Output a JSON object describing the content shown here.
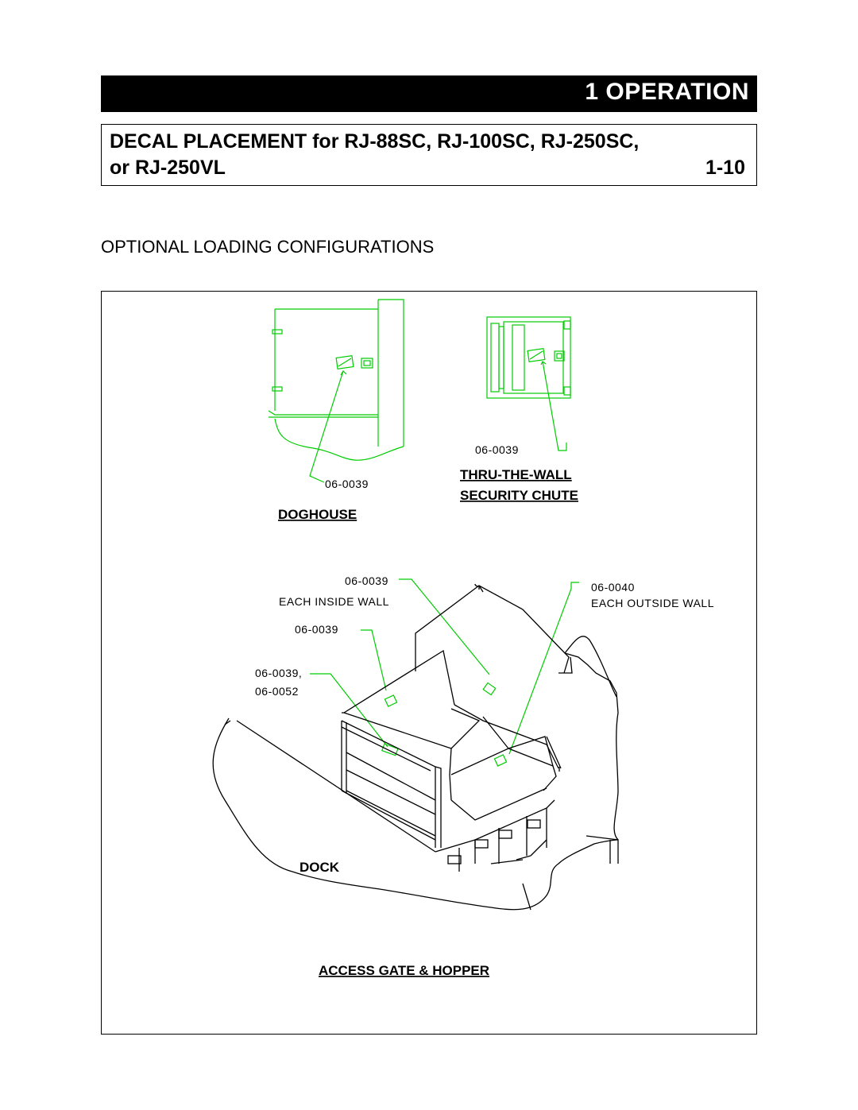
{
  "header": {
    "section": "1  OPERATION"
  },
  "title": {
    "line1": "DECAL PLACEMENT for RJ-88SC, RJ-100SC, RJ-250SC,",
    "line2": "or RJ-250VL",
    "page_number": "1-10"
  },
  "subtitle": "OPTIONAL LOADING CONFIGURATIONS",
  "figure": {
    "doghouse": {
      "decal": "06-0039",
      "caption": "DOGHOUSE"
    },
    "chute": {
      "decal": "06-0039",
      "caption_line1": "THRU-THE-WALL",
      "caption_line2": "SECURITY CHUTE"
    },
    "dock": {
      "inside_decal": "06-0039",
      "inside_note": "EACH INSIDE WALL",
      "outside_decal": "06-0040",
      "outside_note": "EACH OUTSIDE WALL",
      "mid_decal": "06-0039",
      "gate_decal_1": "06-0039,",
      "gate_decal_2": "06-0052",
      "dock_label": "DOCK",
      "caption": "ACCESS GATE & HOPPER"
    },
    "colors": {
      "decal_green": "#00cc00",
      "line": "#000000"
    }
  }
}
